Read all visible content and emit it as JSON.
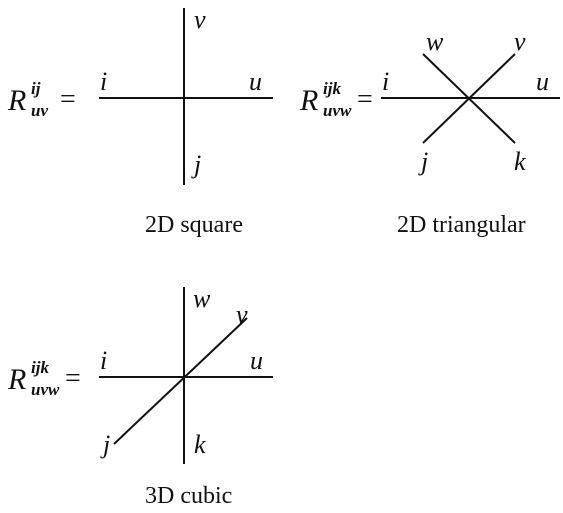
{
  "panels": {
    "square": {
      "lhs": {
        "R": "R",
        "sup": "ij",
        "sub": "uv",
        "eq": "="
      },
      "labels": {
        "i": "i",
        "u": "u",
        "v": "v",
        "j": "j"
      },
      "caption": "2D square"
    },
    "triangular": {
      "lhs": {
        "R": "R",
        "sup": "ijk",
        "sub": "uvw",
        "eq": "="
      },
      "labels": {
        "i": "i",
        "u": "u",
        "w": "w",
        "v": "v",
        "j": "j",
        "k": "k"
      },
      "caption": "2D triangular"
    },
    "cubic": {
      "lhs": {
        "R": "R",
        "sup": "ijk",
        "sub": "uvw",
        "eq": "="
      },
      "labels": {
        "i": "i",
        "u": "u",
        "w": "w",
        "v": "v",
        "j": "j",
        "k": "k"
      },
      "caption": "3D cubic"
    }
  }
}
